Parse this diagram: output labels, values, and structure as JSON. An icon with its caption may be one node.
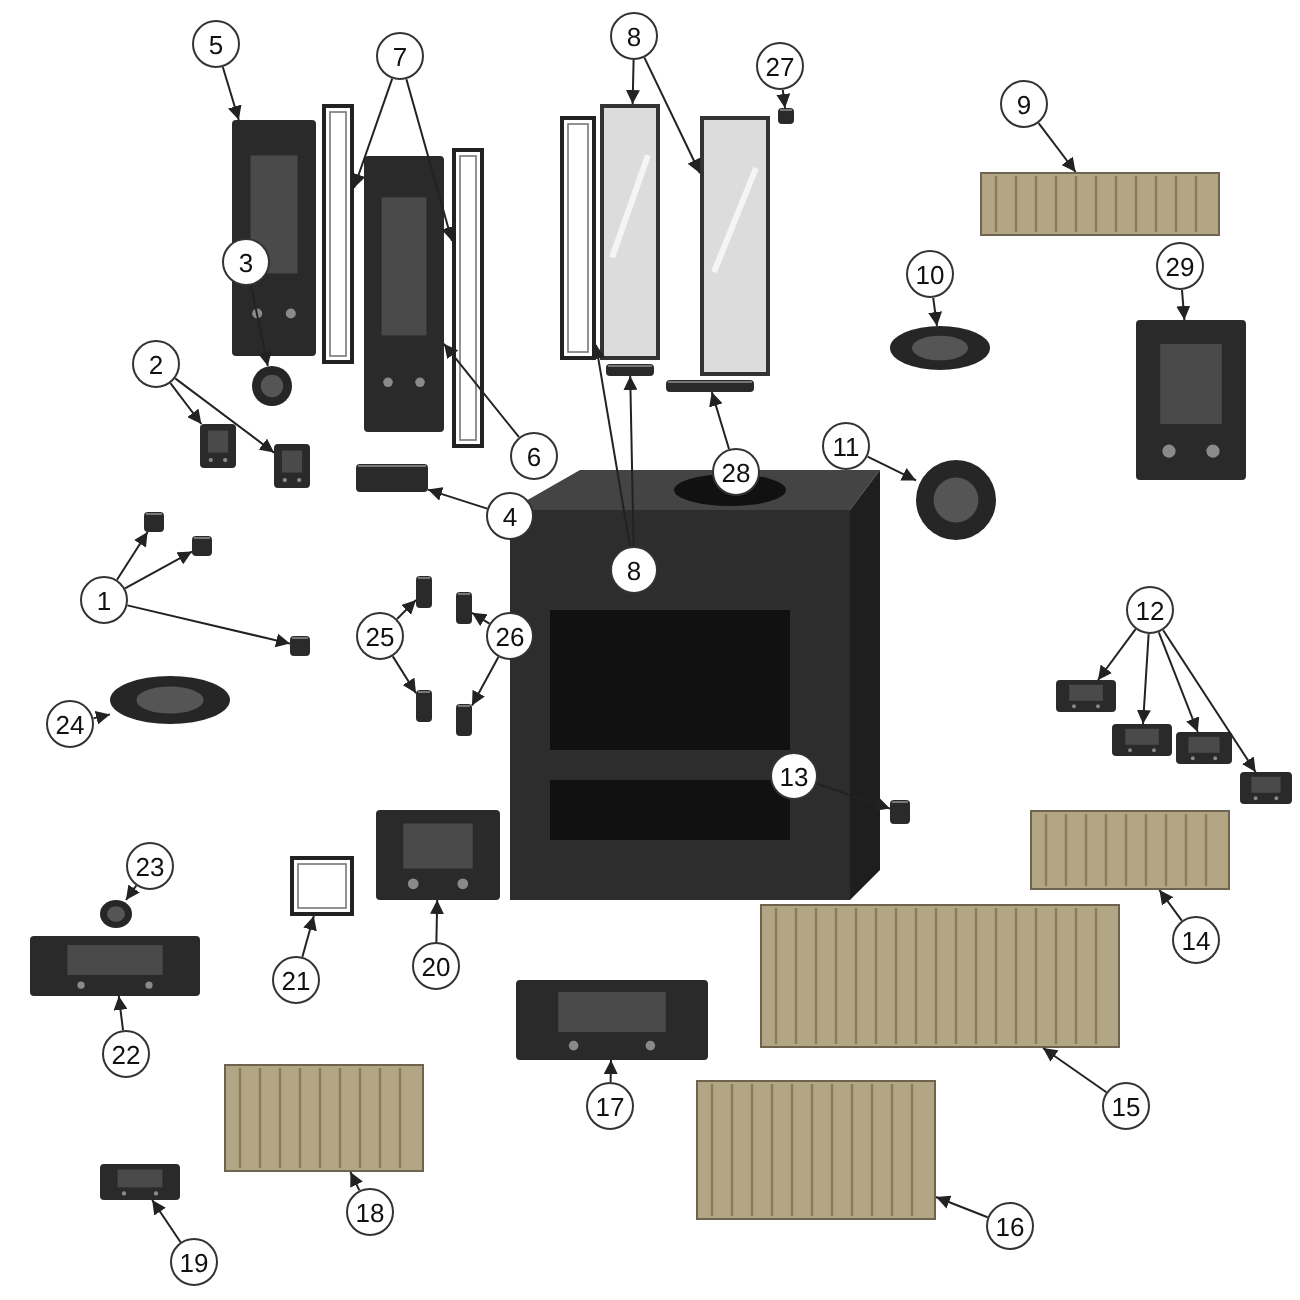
{
  "diagram": {
    "nodes": [
      {
        "text": [
          "5"
        ]
      },
      {
        "text": [],
        "shape": "picture"
      },
      {
        "text": [
          "7"
        ]
      },
      {
        "text": [],
        "shape": "picture"
      },
      {
        "text": [],
        "shape": "picture"
      },
      {
        "text": [
          "8"
        ]
      },
      {
        "text": [],
        "shape": "picture"
      },
      {
        "text": [],
        "shape": "picture"
      },
      {
        "text": [
          "27"
        ]
      },
      {
        "text": [],
        "shape": "picture"
      },
      {
        "text": [
          "9"
        ]
      },
      {
        "text": [],
        "shape": "picture"
      },
      {
        "text": [
          "3"
        ]
      },
      {
        "text": [],
        "shape": "picture"
      },
      {
        "text": [
          "2"
        ]
      },
      {
        "text": [],
        "shape": "picture"
      },
      {
        "text": [],
        "shape": "picture"
      },
      {
        "text": [
          "6"
        ]
      },
      {
        "text": [],
        "shape": "picture"
      },
      {
        "text": [
          "4"
        ]
      },
      {
        "text": [],
        "shape": "picture"
      },
      {
        "text": [
          "10"
        ]
      },
      {
        "text": [],
        "shape": "picture"
      },
      {
        "text": [
          "8"
        ]
      },
      {
        "text": [],
        "shape": "picture"
      },
      {
        "text": [],
        "shape": "picture"
      },
      {
        "text": [
          "28"
        ]
      },
      {
        "text": [],
        "shape": "picture"
      },
      {
        "text": [
          "11"
        ]
      },
      {
        "text": [],
        "shape": "picture"
      },
      {
        "text": [
          "29"
        ]
      },
      {
        "text": [],
        "shape": "picture"
      },
      {
        "text": [
          "1"
        ]
      },
      {
        "text": [],
        "shape": "picture"
      },
      {
        "text": [],
        "shape": "picture"
      },
      {
        "text": [],
        "shape": "picture"
      },
      {
        "text": [
          "25"
        ]
      },
      {
        "text": [],
        "shape": "picture"
      },
      {
        "text": [],
        "shape": "picture"
      },
      {
        "text": [
          "26"
        ]
      },
      {
        "text": [],
        "shape": "picture"
      },
      {
        "text": [],
        "shape": "picture"
      },
      {
        "text": [
          "12"
        ]
      },
      {
        "text": [],
        "shape": "picture"
      },
      {
        "text": [],
        "shape": "picture"
      },
      {
        "text": [],
        "shape": "picture"
      },
      {
        "text": [],
        "shape": "picture"
      },
      {
        "text": [
          "24"
        ]
      },
      {
        "text": [],
        "shape": "picture"
      },
      {
        "text": [
          "13"
        ]
      },
      {
        "text": [],
        "shape": "picture"
      },
      {
        "text": [
          "23"
        ]
      },
      {
        "text": [],
        "shape": "picture"
      },
      {
        "text": [
          "14"
        ]
      },
      {
        "text": [],
        "shape": "picture"
      },
      {
        "text": [
          "22"
        ]
      },
      {
        "text": [],
        "shape": "picture"
      },
      {
        "text": [
          "21"
        ]
      },
      {
        "text": [],
        "shape": "picture"
      },
      {
        "text": [
          "20"
        ]
      },
      {
        "text": [],
        "shape": "picture"
      },
      {
        "text": [
          "15"
        ]
      },
      {
        "text": [],
        "shape": "picture"
      },
      {
        "text": [
          "17"
        ]
      },
      {
        "text": [],
        "shape": "picture"
      },
      {
        "text": [
          "16"
        ]
      },
      {
        "text": [],
        "shape": "picture"
      },
      {
        "text": [
          "18"
        ]
      },
      {
        "text": [],
        "shape": "picture"
      },
      {
        "text": [
          "19"
        ]
      },
      {
        "text": [],
        "shape": "picture"
      }
    ],
    "edges": [
      {
        "from": 0,
        "to": 1,
        "arrow": "to"
      },
      {
        "from": 2,
        "to": 3,
        "arrow": "to"
      },
      {
        "from": 2,
        "to": 4,
        "arrow": "to"
      },
      {
        "from": 5,
        "to": 6,
        "arrow": "to"
      },
      {
        "from": 5,
        "to": 7,
        "arrow": "to"
      },
      {
        "from": 8,
        "to": 9,
        "arrow": "to"
      },
      {
        "from": 10,
        "to": 11,
        "arrow": "to"
      },
      {
        "from": 12,
        "to": 13,
        "arrow": "to"
      },
      {
        "from": 14,
        "to": 15,
        "arrow": "to"
      },
      {
        "from": 14,
        "to": 16,
        "arrow": "to"
      },
      {
        "from": 17,
        "to": 18,
        "arrow": "to"
      },
      {
        "from": 19,
        "to": 20,
        "arrow": "to"
      },
      {
        "from": 21,
        "to": 22,
        "arrow": "to"
      },
      {
        "from": 23,
        "to": 24,
        "arrow": "to"
      },
      {
        "from": 23,
        "to": 25,
        "arrow": "to"
      },
      {
        "from": 26,
        "to": 27,
        "arrow": "to"
      },
      {
        "from": 28,
        "to": 29,
        "arrow": "to"
      },
      {
        "from": 30,
        "to": 31,
        "arrow": "to"
      },
      {
        "from": 32,
        "to": 33,
        "arrow": "to"
      },
      {
        "from": 32,
        "to": 34,
        "arrow": "to"
      },
      {
        "from": 32,
        "to": 35,
        "arrow": "to"
      },
      {
        "from": 36,
        "to": 37,
        "arrow": "to"
      },
      {
        "from": 36,
        "to": 38,
        "arrow": "to"
      },
      {
        "from": 39,
        "to": 40,
        "arrow": "to"
      },
      {
        "from": 39,
        "to": 41,
        "arrow": "to"
      },
      {
        "from": 42,
        "to": 43,
        "arrow": "to"
      },
      {
        "from": 42,
        "to": 44,
        "arrow": "to"
      },
      {
        "from": 42,
        "to": 45,
        "arrow": "to"
      },
      {
        "from": 42,
        "to": 46,
        "arrow": "to"
      },
      {
        "from": 47,
        "to": 48,
        "arrow": "to"
      },
      {
        "from": 49,
        "to": 50,
        "arrow": "to"
      },
      {
        "from": 51,
        "to": 52,
        "arrow": "to"
      },
      {
        "from": 53,
        "to": 54,
        "arrow": "to"
      },
      {
        "from": 55,
        "to": 56,
        "arrow": "to"
      },
      {
        "from": 57,
        "to": 58,
        "arrow": "to"
      },
      {
        "from": 59,
        "to": 60,
        "arrow": "to"
      },
      {
        "from": 61,
        "to": 62,
        "arrow": "to"
      },
      {
        "from": 63,
        "to": 64,
        "arrow": "to"
      },
      {
        "from": 65,
        "to": 66,
        "arrow": "to"
      },
      {
        "from": 67,
        "to": 68,
        "arrow": "to"
      },
      {
        "from": 69,
        "to": 70,
        "arrow": "to"
      }
    ]
  }
}
